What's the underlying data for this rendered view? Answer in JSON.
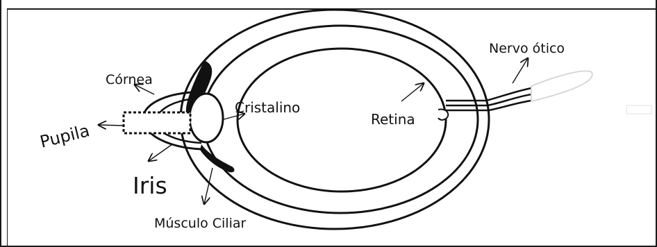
{
  "labels": {
    "nervo": "Nervo ótico",
    "cornea": "Córnea",
    "cristalino": "Cristalino",
    "retina": "Retina",
    "pupila": "Pupila",
    "iris": "Iris",
    "musculo": "Músculo Ciliar"
  }
}
